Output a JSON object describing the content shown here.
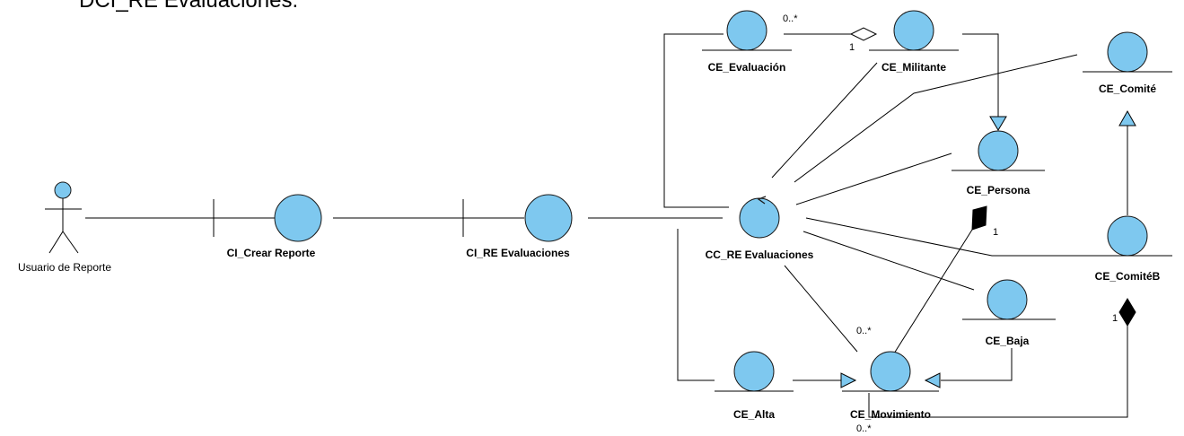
{
  "heading": "DCI_RE Evaluaciones.",
  "colors": {
    "fill": "#7ec8ef",
    "stroke": "#1a1a1a",
    "line": "#000000"
  },
  "actor": {
    "label": "Usuario de Reporte"
  },
  "boundaries": {
    "crear_reporte": "CI_Crear Reporte",
    "re_evaluaciones": "CI_RE Evaluaciones"
  },
  "control": {
    "label": "CC_RE Evaluaciones"
  },
  "entities": {
    "evaluacion": "CE_Evaluación",
    "militante": "CE_Militante",
    "comite": "CE_Comité",
    "persona": "CE_Persona",
    "comiteb": "CE_ComitéB",
    "baja": "CE_Baja",
    "alta": "CE_Alta",
    "movimiento": "CE_Movimiento"
  },
  "multiplicities": {
    "eval_militante_source": "0..*",
    "eval_militante_target": "1",
    "persona_movimiento_whole": "1",
    "persona_movimiento_part": "0..*",
    "comiteb_movimiento_whole": "1",
    "comiteb_movimiento_part": "0..*"
  }
}
